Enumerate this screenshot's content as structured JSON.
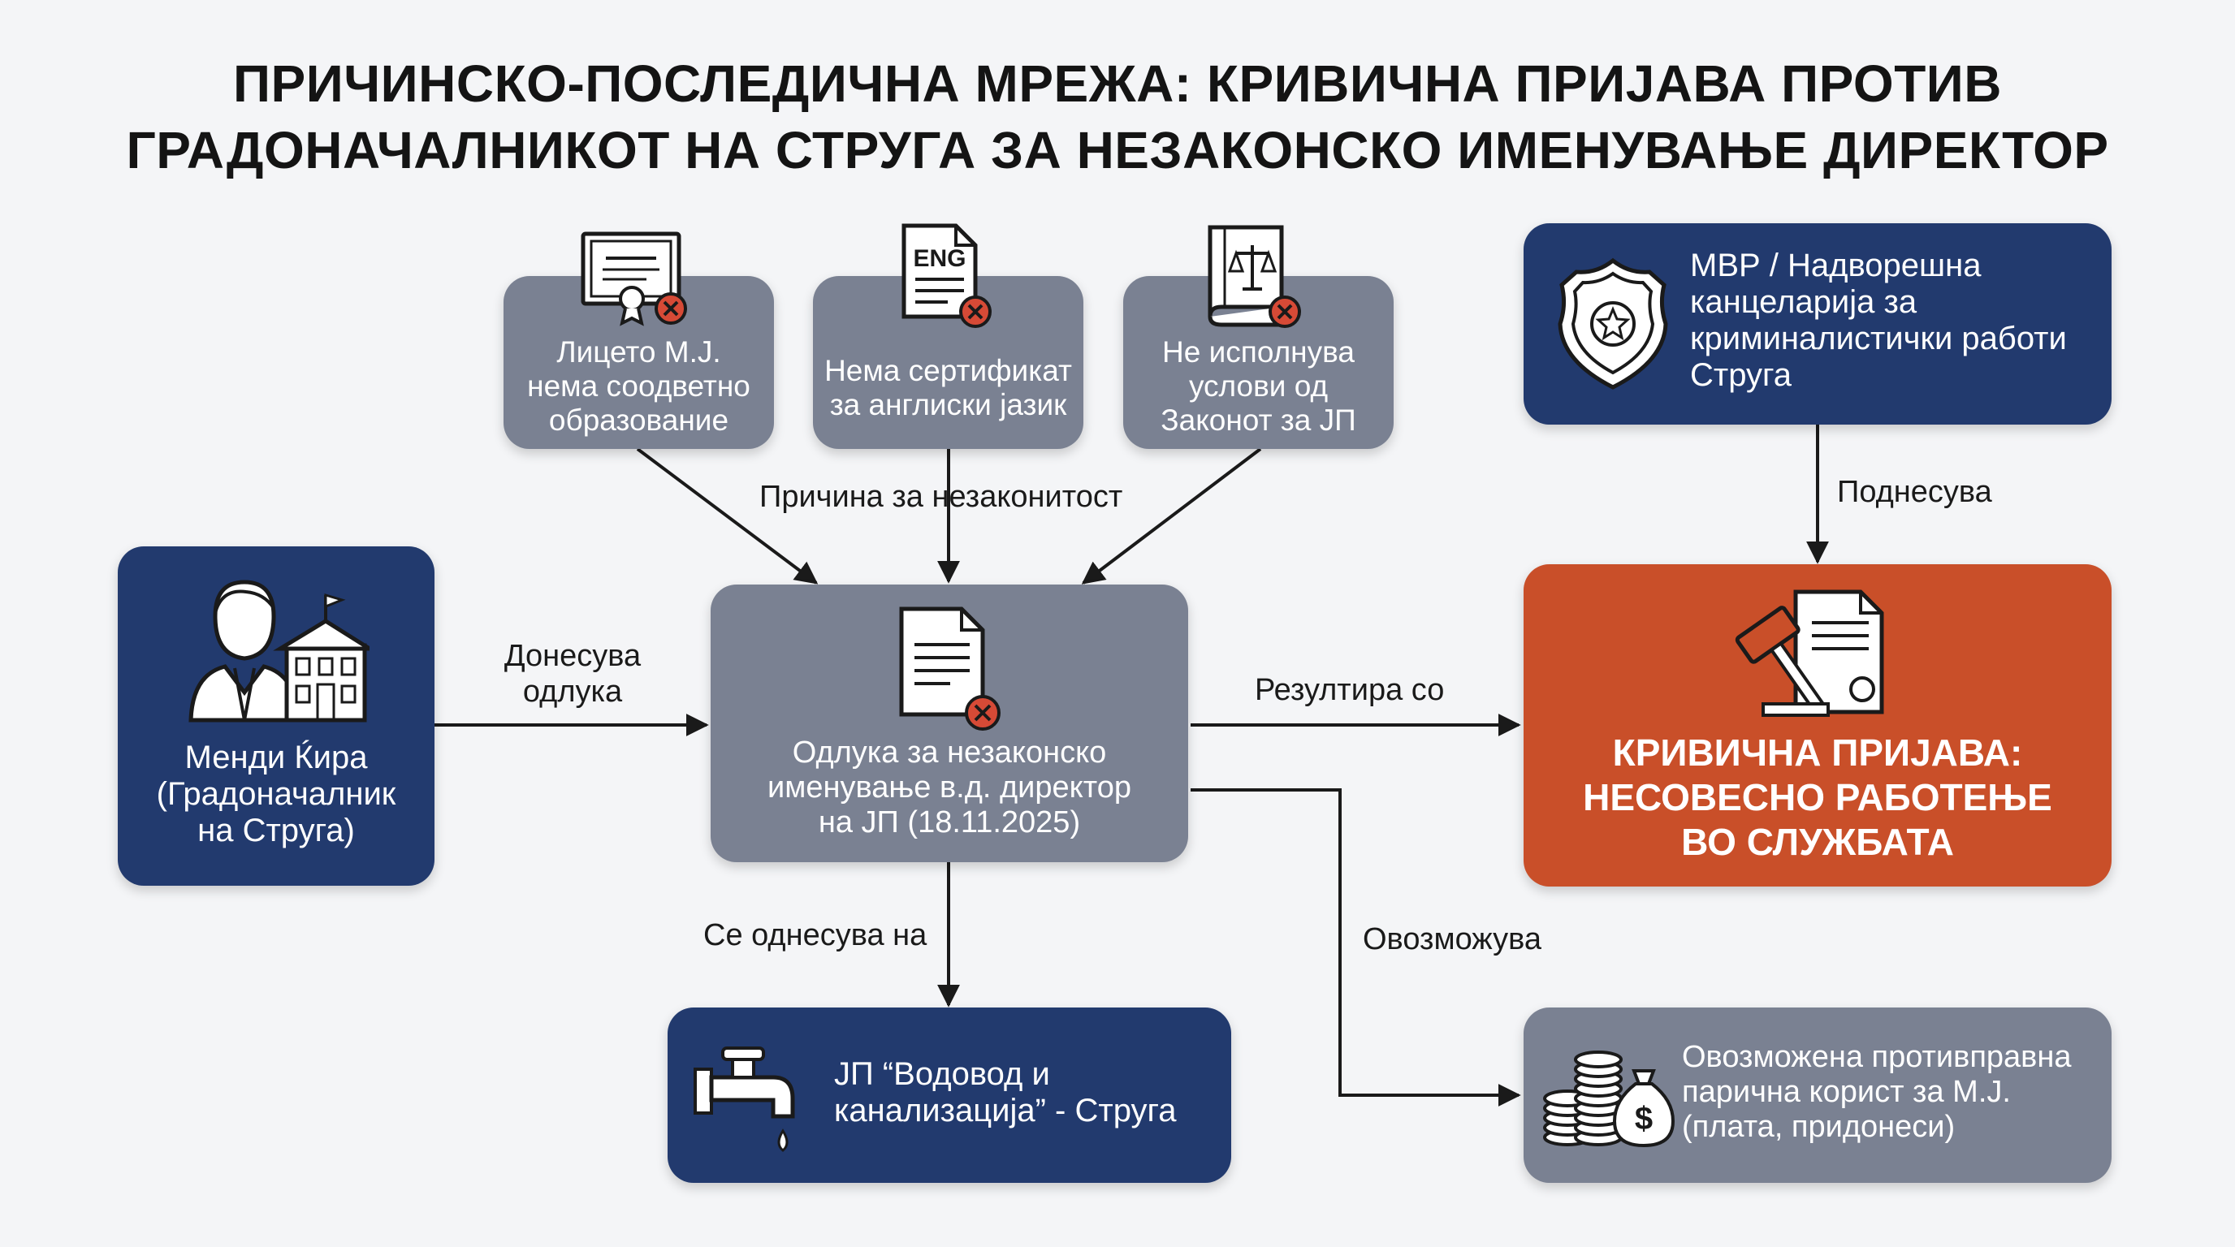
{
  "title": {
    "line1": "ПРИЧИНСКО-ПОСЛЕДИЧНА МРЕЖА: КРИВИЧНА ПРИЈАВА ПРОТИВ",
    "line2": "ГРАДОНАЧАЛНИКОТ НА СТРУГА ЗА НЕЗАКОНСКО ИМЕНУВАЊЕ ДИРЕКТОР"
  },
  "nodes": {
    "education": {
      "lines": [
        "Лицето М.Ј.",
        "нема соодветно",
        "образование"
      ],
      "icon": "certificate-icon",
      "color": "#7a8192"
    },
    "english": {
      "lines": [
        "Нема сертификат",
        "за англиски јазик"
      ],
      "icon": "eng-document-icon",
      "badge": "ENG",
      "color": "#7a8192"
    },
    "law": {
      "lines": [
        "Не исполнува",
        "услови од",
        "Законот за ЈП"
      ],
      "icon": "law-book-icon",
      "color": "#7a8192"
    },
    "police": {
      "lines": [
        "МВР / Надворешна",
        "канцеларија за",
        "криминалистички работи",
        "Струга"
      ],
      "icon": "police-badge-icon",
      "color": "#223a6e"
    },
    "mayor": {
      "lines": [
        "Менди Ќира",
        "(Градоначалник",
        "на Струга)"
      ],
      "icon": "mayor-icon",
      "color": "#223a6e"
    },
    "decision": {
      "lines": [
        "Одлука за незаконско",
        "именување в.д. директор",
        "на ЈП (18.11.2025)"
      ],
      "icon": "rejected-document-icon",
      "color": "#7a8192"
    },
    "charge": {
      "lines": [
        "КРИВИЧНА ПРИЈАВА:",
        "НЕСОВЕСНО РАБОТЕЊЕ",
        "ВО СЛУЖБАТА"
      ],
      "icon": "gavel-document-icon",
      "color": "#c94f29"
    },
    "utility": {
      "lines": [
        "ЈП “Водовод и",
        "канализација” - Струга"
      ],
      "icon": "water-tap-icon",
      "color": "#223a6e"
    },
    "benefit": {
      "lines": [
        "Овозможена противправна",
        "парична корист за М.Ј.",
        "(плата, придонеси)"
      ],
      "icon": "money-icon",
      "color": "#7a8192"
    }
  },
  "edges": {
    "cause": "Причина за незаконитост",
    "files": "Поднесува",
    "makes": "Донесува\nодлука",
    "makes_l1": "Донесува",
    "makes_l2": "одлука",
    "results": "Резултира со",
    "relates": "Се однесува на",
    "enables": "Овозможува"
  },
  "colors": {
    "reject": "#d64a36",
    "stroke": "#1a1a1a"
  }
}
